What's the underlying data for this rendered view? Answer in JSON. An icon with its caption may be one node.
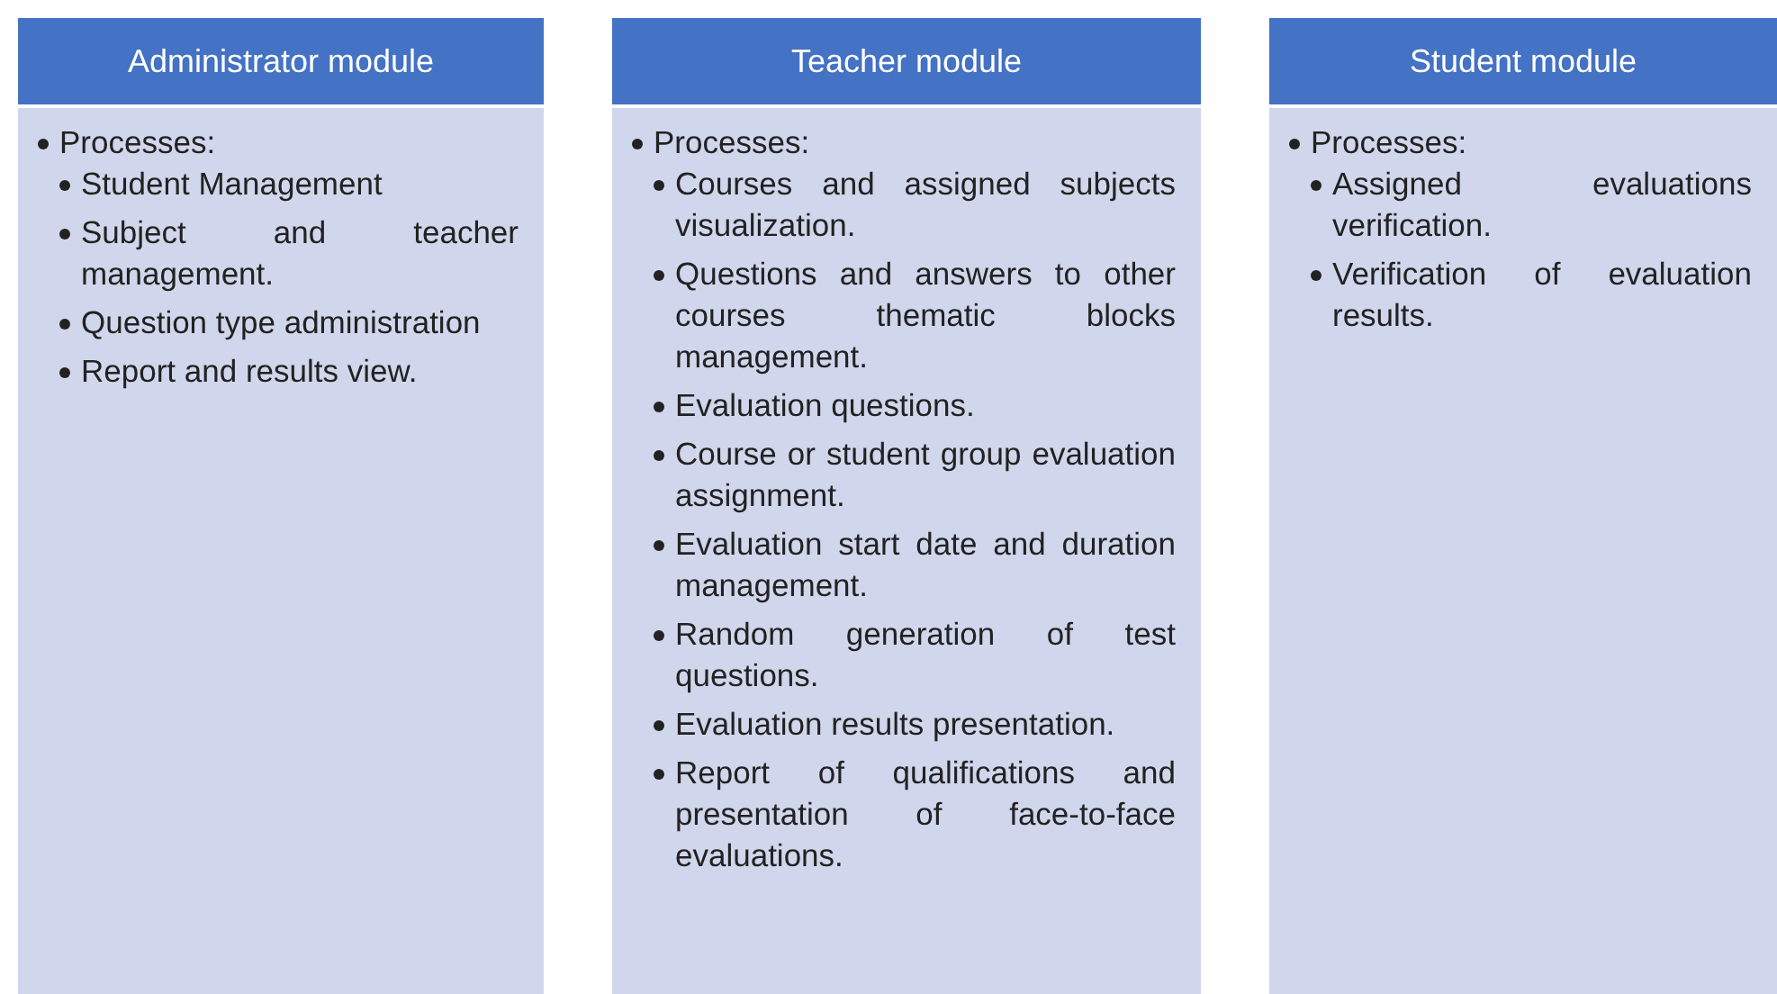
{
  "diagram": {
    "nodes": [
      {
        "text": [
          "Administrator module",
          "Processes:",
          "Student Management",
          "Subject and teacher management.",
          "Question type administration",
          "Report and results view."
        ]
      },
      {
        "text": [
          "Teacher module",
          "Processes:",
          "Courses and assigned subjects visualization.",
          "Questions and answers to other courses thematic blocks management.",
          "Evaluation questions.",
          "Course or student group evaluation assignment.",
          "Evaluation start date and duration management.",
          "Random generation of test questions.",
          "Evaluation results presentation.",
          "Report of qualifications and presentation of face-to-face evaluations."
        ]
      },
      {
        "text": [
          "Student module",
          "Processes:",
          "Assigned evaluations verification.",
          "Verification of evaluation results."
        ]
      }
    ]
  }
}
